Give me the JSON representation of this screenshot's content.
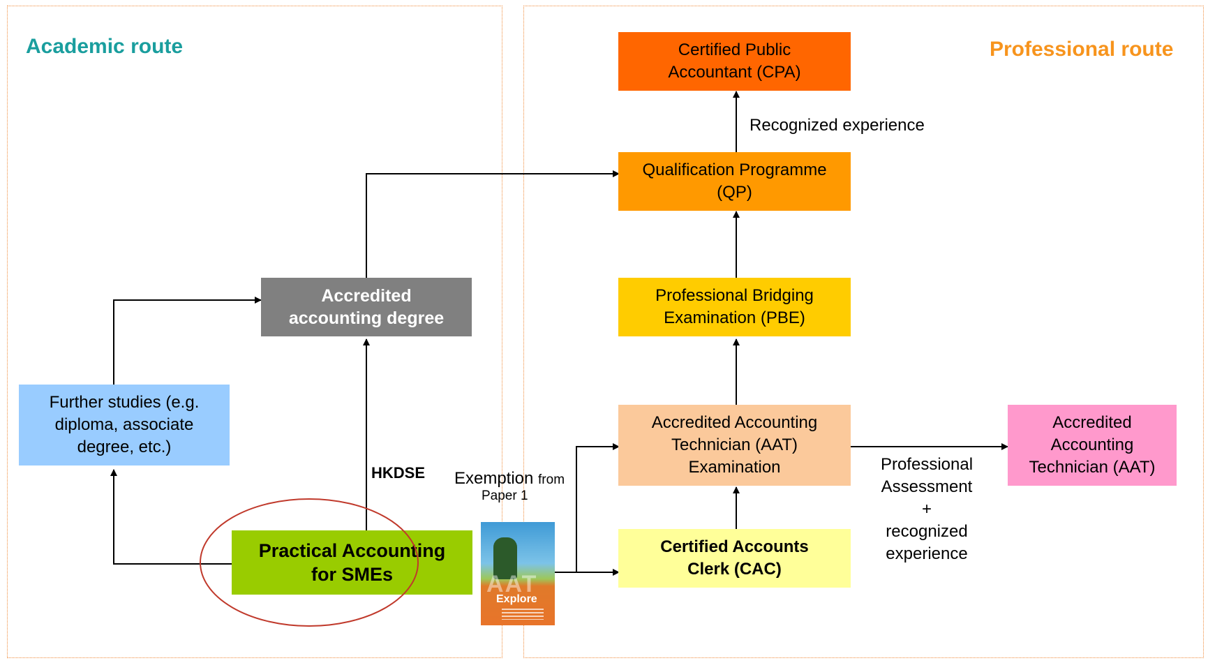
{
  "routes": {
    "academic": {
      "title": "Academic route",
      "color": "#1a9e9e"
    },
    "professional": {
      "title": "Professional route",
      "color": "#f7941d"
    }
  },
  "nodes": {
    "cpa": {
      "text": "Certified Public\nAccountant (CPA)",
      "color": "#ff6600"
    },
    "qp": {
      "text": "Qualification Programme\n(QP)",
      "color": "#ff9900"
    },
    "pbe": {
      "text": "Professional Bridging\nExamination (PBE)",
      "color": "#ffcc00"
    },
    "aat_exam": {
      "text": "Accredited Accounting\nTechnician (AAT)\nExamination",
      "color": "#fbc99b"
    },
    "cac": {
      "text": "Certified Accounts\nClerk (CAC)",
      "color": "#ffff99"
    },
    "aat": {
      "text": "Accredited\nAccounting\nTechnician (AAT)",
      "color": "#ff99cc"
    },
    "degree": {
      "text": "Accredited\naccounting degree",
      "color": "#808080"
    },
    "further": {
      "text": "Further studies (e.g.\ndiploma, associate\ndegree, etc.)",
      "color": "#99ccff"
    },
    "practical": {
      "text": "Practical Accounting\nfor SMEs",
      "color": "#99cc00"
    }
  },
  "labels": {
    "recognized_experience": "Recognized experience",
    "hkdse": "HKDSE",
    "exemption_main": "Exemption",
    "exemption_small": "from",
    "exemption_paper": "Paper 1",
    "professional_assessment": "Professional\nAssessment\n+\nrecognized\nexperience"
  },
  "highlight_color": "#c0392b",
  "book_cover": {
    "big_letters": "AAT",
    "word": "Explore"
  }
}
